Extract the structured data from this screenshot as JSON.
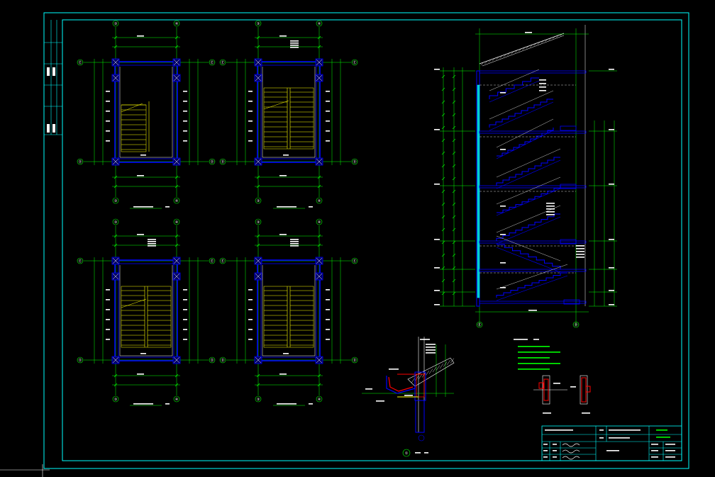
{
  "colors": {
    "background": "#000000",
    "frame": "#00ffff",
    "dimension": "#00ff00",
    "structure": "#0000ff",
    "stairs": "#ffff00",
    "text": "#ffffff",
    "rebar": "#ff0000"
  },
  "grid_labels": {
    "plan1": {
      "top": [
        "③",
        "④"
      ],
      "left": [
        "Ⓔ",
        "Ⓓ"
      ]
    },
    "plan2": {
      "top": [
        "③",
        "④"
      ],
      "left": [
        "Ⓔ",
        "Ⓓ"
      ]
    },
    "plan3": {
      "top": [
        "③",
        "④"
      ],
      "left": [
        "Ⓔ",
        "Ⓓ"
      ]
    },
    "plan4": {
      "top": [
        "③",
        "④"
      ],
      "left": [
        "Ⓔ",
        "Ⓓ"
      ]
    },
    "section": {
      "bottom": [
        "Ⓔ",
        "Ⓓ"
      ]
    }
  },
  "detail_marker": "①"
}
